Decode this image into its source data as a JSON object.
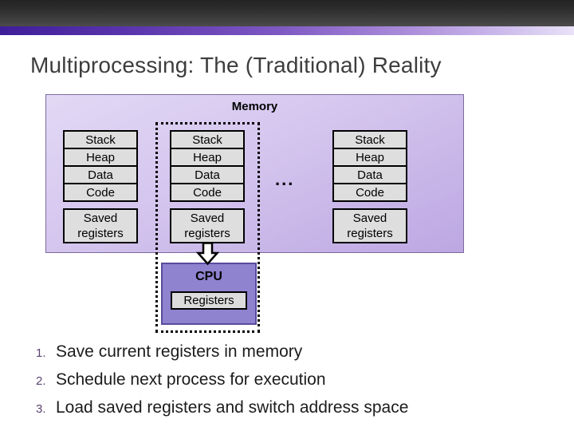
{
  "header": {
    "title": "Multiprocessing: The (Traditional) Reality"
  },
  "diagram": {
    "memory_label": "Memory",
    "cells": [
      "Stack",
      "Heap",
      "Data",
      "Code"
    ],
    "saved_registers": "Saved registers",
    "ellipsis": "...",
    "cpu_label": "CPU",
    "registers_label": "Registers"
  },
  "steps": [
    {
      "number": "1.",
      "text": "Save current registers in memory"
    },
    {
      "number": "2.",
      "text": "Schedule next process for execution"
    },
    {
      "number": "3.",
      "text": "Load saved registers and switch address space"
    }
  ],
  "colors": {
    "accent_purple_dark": "#3f1e99",
    "accent_purple_light": "#e9e2f8",
    "memory_fill_light": "#e2d9f5",
    "memory_fill_dark": "#bda7e2",
    "memory_border": "#7b6b9d",
    "cpu_fill": "#8f82ce",
    "cpu_border": "#5b4a9e",
    "cell_fill": "#dedede",
    "title_color": "#3d3d3d",
    "list_number_color": "#5b4370",
    "body_text_color": "#1c1c1c"
  }
}
